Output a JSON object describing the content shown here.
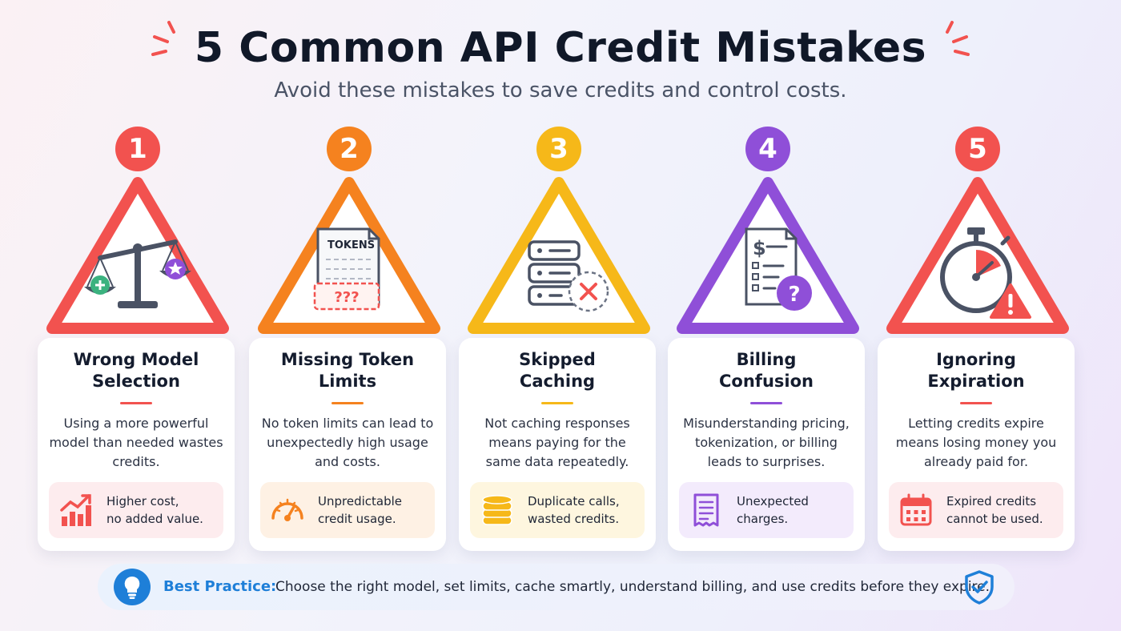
{
  "header": {
    "title": "5 Common API Credit Mistakes",
    "subtitle": "Avoid these mistakes to save credits and control costs."
  },
  "items": [
    {
      "number": "1",
      "color": "#f2524f",
      "icon": "balance-scale-icon",
      "title_line1": "Wrong Model",
      "title_line2": "Selection",
      "description": "Using a more powerful model than needed wastes credits.",
      "tip_icon": "rising-chart-icon",
      "tip_line1": "Higher cost,",
      "tip_line2": "no added value.",
      "tip_bg": "#fdecee"
    },
    {
      "number": "2",
      "color": "#f5821f",
      "icon": "token-document-icon",
      "token_label": "TOKENS",
      "token_unknown": "???",
      "title_line1": "Missing Token",
      "title_line2": "Limits",
      "description": "No token limits can lead to unexpectedly high usage and costs.",
      "tip_icon": "speedometer-icon",
      "tip_line1": "Unpredictable",
      "tip_line2": "credit usage.",
      "tip_bg": "#fef1e4"
    },
    {
      "number": "3",
      "color": "#f6b819",
      "icon": "server-error-icon",
      "title_line1": "Skipped",
      "title_line2": "Caching",
      "description": "Not caching responses means paying for the same data repeatedly.",
      "tip_icon": "coin-stack-icon",
      "tip_line1": "Duplicate calls,",
      "tip_line2": "wasted credits.",
      "tip_bg": "#fef6df"
    },
    {
      "number": "4",
      "color": "#8f4fd8",
      "icon": "invoice-question-icon",
      "title_line1": "Billing",
      "title_line2": "Confusion",
      "description": "Misunderstanding pricing, tokenization, or billing leads to surprises.",
      "tip_icon": "receipt-icon",
      "tip_line1": "Unexpected",
      "tip_line2": "charges.",
      "tip_bg": "#f3ebfc"
    },
    {
      "number": "5",
      "color": "#f2524f",
      "icon": "stopwatch-warning-icon",
      "title_line1": "Ignoring",
      "title_line2": "Expiration",
      "description": "Letting credits expire means losing money you already paid for.",
      "tip_icon": "calendar-icon",
      "tip_line1": "Expired credits",
      "tip_line2": "cannot be used.",
      "tip_bg": "#fdecee"
    }
  ],
  "best_practice": {
    "label": "Best Practice:",
    "text": "Choose the right model, set limits, cache smartly, understand billing, and use credits before they expire.",
    "icon": "lightbulb-icon",
    "end_icon": "shield-check-icon",
    "color": "#1e7fd8"
  }
}
